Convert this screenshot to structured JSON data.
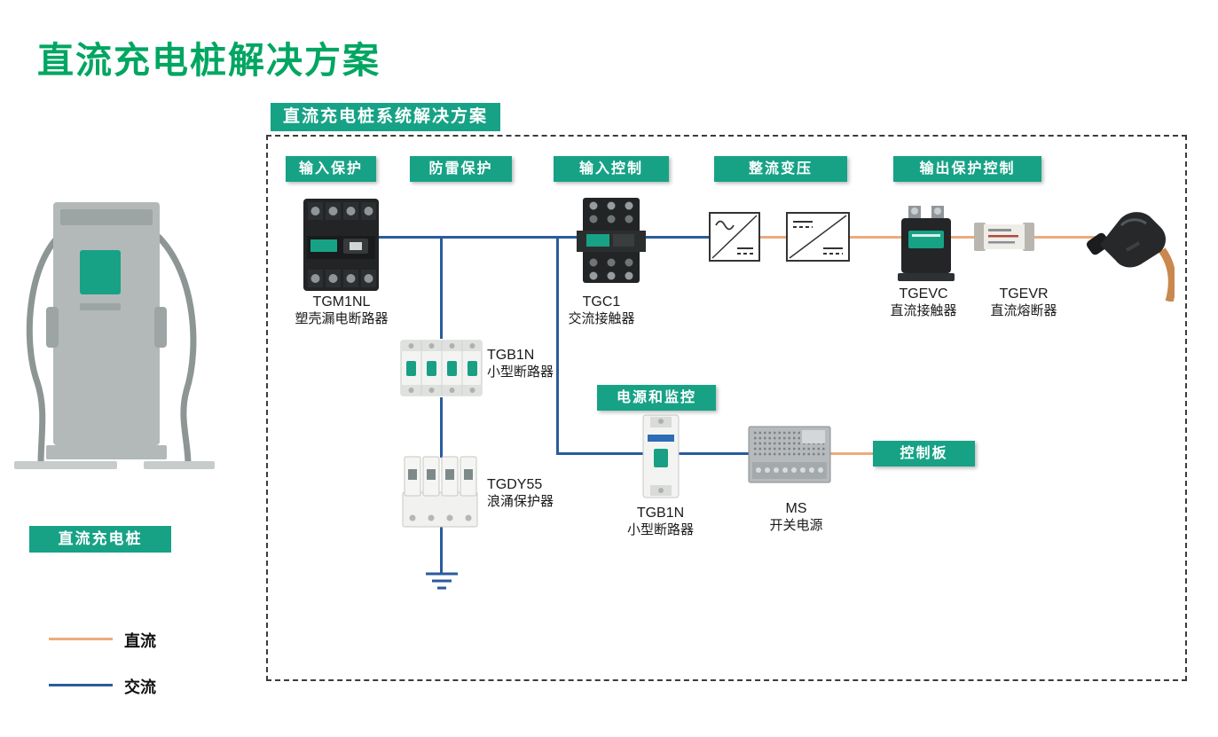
{
  "page": {
    "title": "直流充电桩解决方案",
    "diagram_title": "直流充电桩系统解决方案"
  },
  "pile": {
    "label": "直流充电桩"
  },
  "stages": {
    "input_protection": "输入保护",
    "surge_protection": "防雷保护",
    "input_control": "输入控制",
    "rectify_transform": "整流变压",
    "output_protection_control": "输出保护控制",
    "power_and_monitoring": "电源和监控",
    "control_board": "控制板"
  },
  "components": {
    "tgm1nl": {
      "model": "TGM1NL",
      "name": "塑壳漏电断路器"
    },
    "tgb1n_main": {
      "model": "TGB1N",
      "name": "小型断路器"
    },
    "tgdy55": {
      "model": "TGDY55",
      "name": "浪涌保护器"
    },
    "tgc1": {
      "model": "TGC1",
      "name": "交流接触器"
    },
    "tgevc": {
      "model": "TGEVC",
      "name": "直流接触器"
    },
    "tgevr": {
      "model": "TGEVR",
      "name": "直流熔断器"
    },
    "tgb1n_aux": {
      "model": "TGB1N",
      "name": "小型断路器"
    },
    "ms": {
      "model": "MS",
      "name": "开关电源"
    }
  },
  "legend": {
    "dc": {
      "label": "直流",
      "color": "#ECAB7C"
    },
    "ac": {
      "label": "交流",
      "color": "#2A5C9C"
    }
  },
  "colors": {
    "title_green": "#00A661",
    "badge_green": "#17A286",
    "ac_blue": "#2A5C9C",
    "dc_orange": "#ECAB7C"
  }
}
